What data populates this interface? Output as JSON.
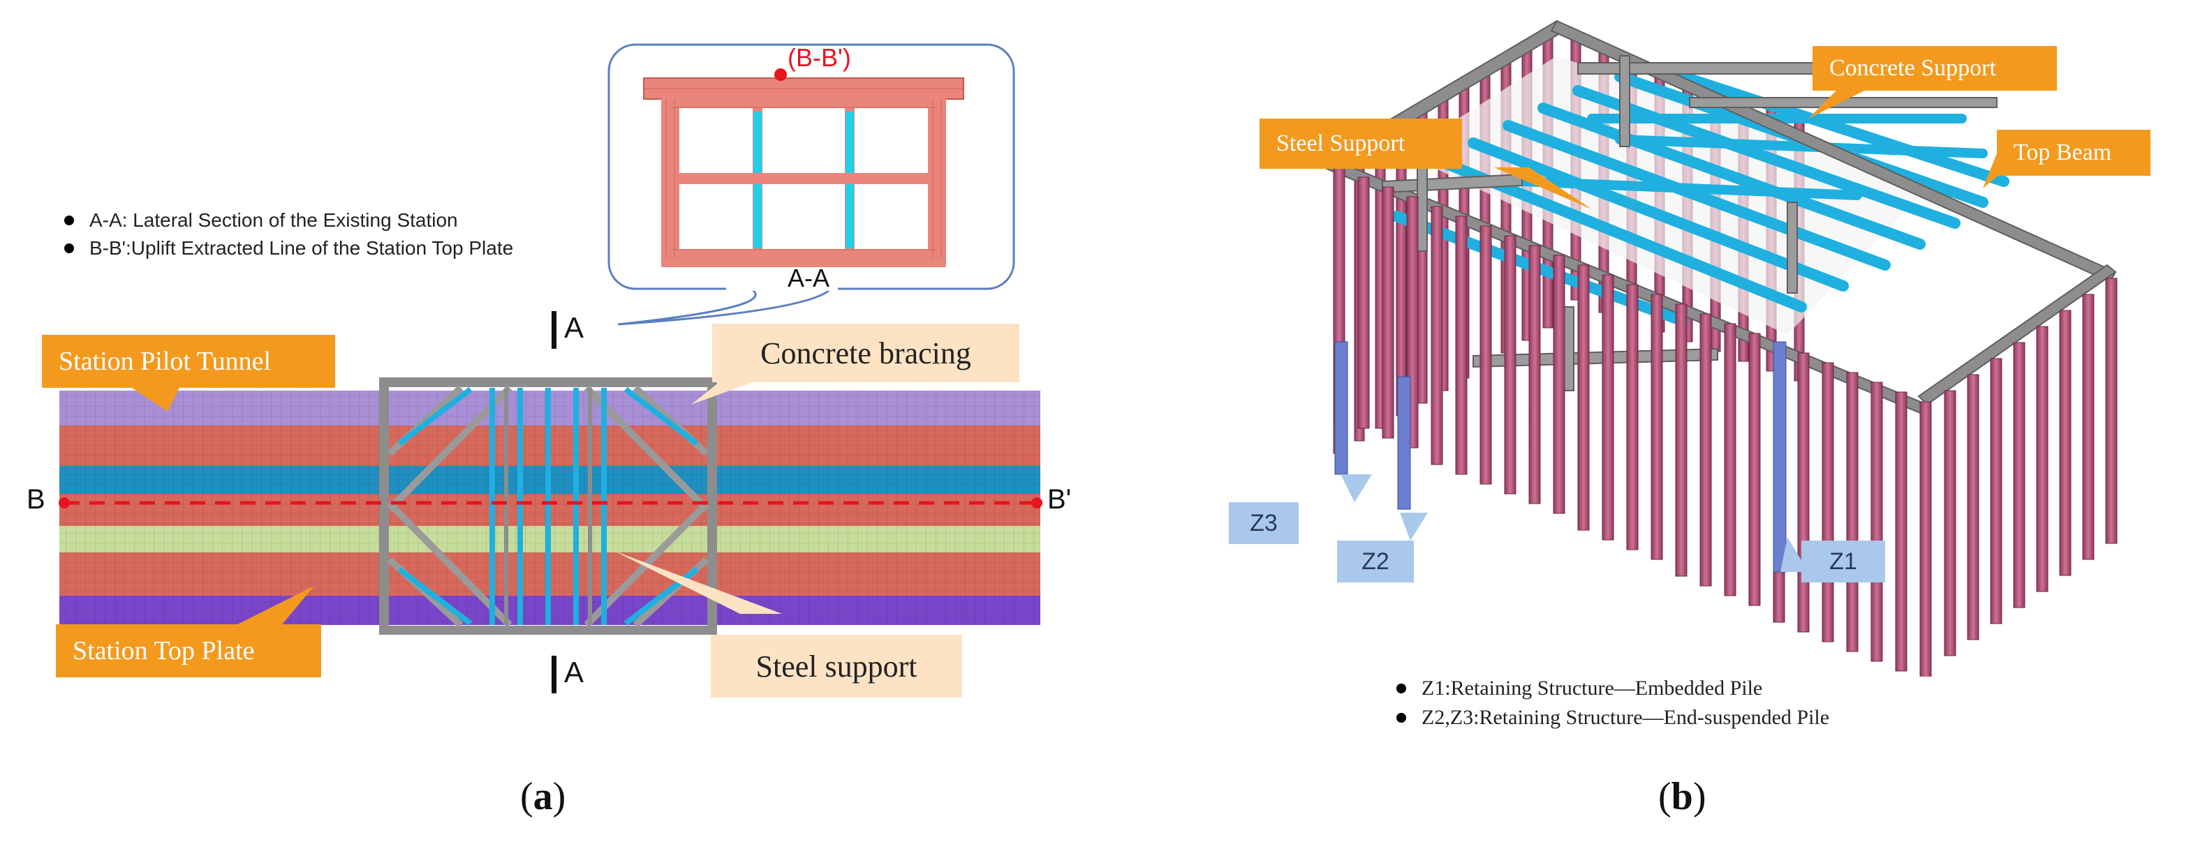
{
  "panel_a": {
    "legend": [
      "A-A: Lateral Section of the Existing Station",
      "B-B':Uplift Extracted Line of the Station Top Plate"
    ],
    "inset_point_label": "(B-B')",
    "inset_caption": "A-A",
    "section_label": "A",
    "left_point": "B",
    "right_point": "B'",
    "callouts": {
      "pilot_tunnel": "Station Pilot Tunnel",
      "top_plate": "Station Top Plate",
      "concrete_bracing": "Concrete bracing",
      "steel_support": "Steel support"
    },
    "sublabel_open": "(",
    "sublabel_letter": "a",
    "sublabel_close": ")"
  },
  "panel_b": {
    "callouts": {
      "concrete_support": "Concrete Support",
      "steel_support": "Steel Support",
      "top_beam": "Top Beam"
    },
    "piles": [
      "Z3",
      "Z2",
      "Z1"
    ],
    "legend": [
      "Z1:Retaining Structure—Embedded Pile",
      "Z2,Z3:Retaining Structure—End-suspended Pile"
    ],
    "sublabel_open": "(",
    "sublabel_letter": "b",
    "sublabel_close": ")"
  },
  "colors": {
    "orange": "#f39a1e",
    "peach": "#fde3c3",
    "pile_pink": "#b9557a",
    "steel_blue": "#1fb0e0",
    "concrete_gray": "#8d8d8d",
    "red_dash": "#e8141e",
    "lavender": "#a98fd6",
    "salmon": "#d7685c",
    "teal": "#1f8fc0",
    "lime": "#c6dc9a",
    "violet": "#7a45c9",
    "label_blue": "#a9c8ec"
  }
}
